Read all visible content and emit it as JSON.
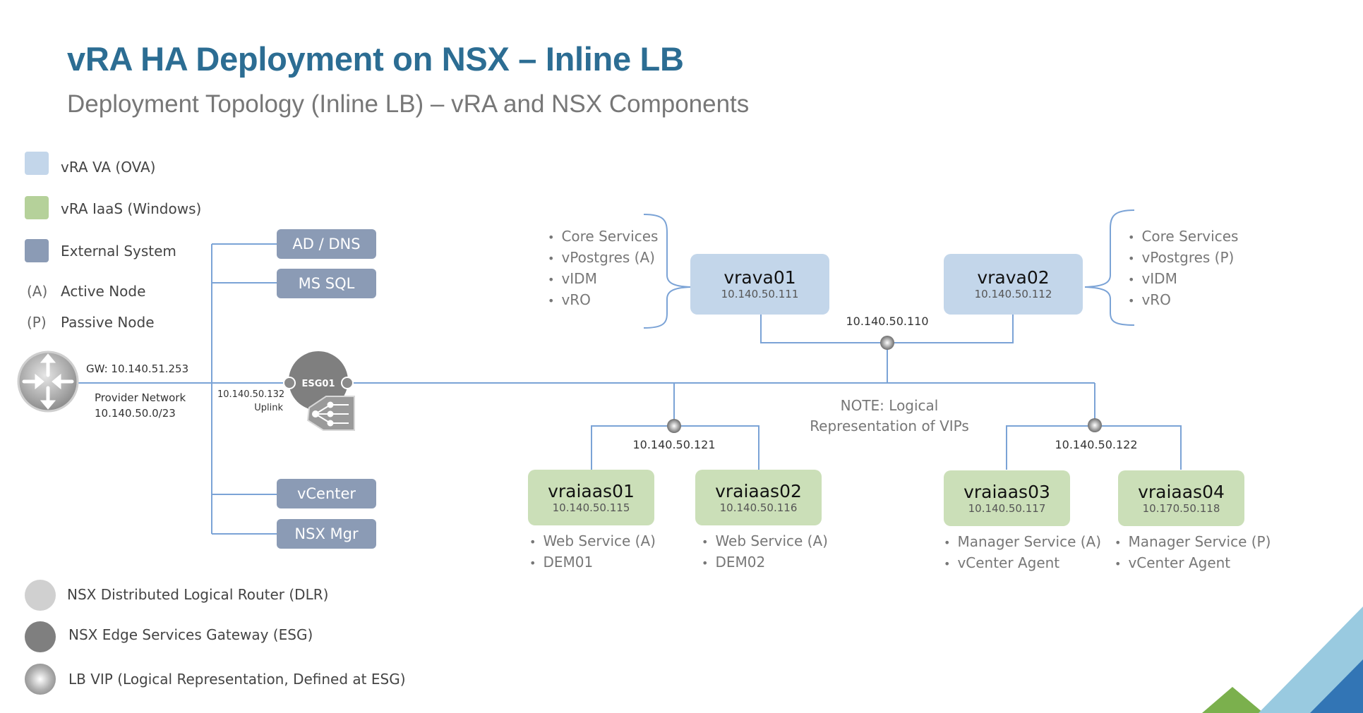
{
  "header": {
    "title": "vRA HA Deployment on NSX – Inline LB",
    "subtitle": "Deployment Topology (Inline LB) – vRA and NSX Components"
  },
  "colors": {
    "title": "#2c6d93",
    "vra_va": "#c3d6ea",
    "vra_iaas": "#cbdfb8",
    "external": "#8b9bb5",
    "link": "#7ba3d6",
    "dlr": "#d0d0d0",
    "esg": "#808080"
  },
  "legend": {
    "swatches": [
      {
        "label": "vRA VA (OVA)",
        "color": "#c3d6ea"
      },
      {
        "label": "vRA IaaS (Windows)",
        "color": "#b5d19a"
      },
      {
        "label": "External System",
        "color": "#8b9bb5"
      }
    ],
    "nodes": [
      {
        "abbr": "(A)",
        "label": "Active Node"
      },
      {
        "abbr": "(P)",
        "label": "Passive Node"
      }
    ],
    "icons": [
      {
        "icon": "dlr-circle-icon",
        "label": "NSX Distributed Logical Router (DLR)"
      },
      {
        "icon": "esg-circle-icon",
        "label": "NSX Edge Services Gateway (ESG)"
      },
      {
        "icon": "lb-vip-icon",
        "label": "LB VIP (Logical Representation, Defined at ESG)"
      }
    ]
  },
  "network": {
    "gateway": "GW: 10.140.51.253",
    "provider_name": "Provider Network",
    "provider_cidr": "10.140.50.0/23",
    "esg_name": "ESG01",
    "uplink_ip": "10.140.50.132",
    "uplink_label": "Uplink",
    "note_line1": "NOTE: Logical",
    "note_line2": "Representation of VIPs"
  },
  "external_systems": [
    "AD / DNS",
    "MS SQL",
    "vCenter",
    "NSX Mgr"
  ],
  "vips": {
    "va": "10.140.50.110",
    "web": "10.140.50.121",
    "manager": "10.140.50.122"
  },
  "appliances": [
    {
      "name": "vrava01",
      "ip": "10.140.50.111",
      "services": [
        "Core Services",
        "vPostgres (A)",
        "vIDM",
        "vRO"
      ]
    },
    {
      "name": "vrava02",
      "ip": "10.140.50.112",
      "services": [
        "Core Services",
        "vPostgres (P)",
        "vIDM",
        "vRO"
      ]
    }
  ],
  "iaas": [
    {
      "name": "vraiaas01",
      "ip": "10.140.50.115",
      "services": [
        "Web Service (A)",
        "DEM01"
      ]
    },
    {
      "name": "vraiaas02",
      "ip": "10.140.50.116",
      "services": [
        "Web Service (A)",
        "DEM02"
      ]
    },
    {
      "name": "vraiaas03",
      "ip": "10.140.50.117",
      "services": [
        "Manager Service (A)",
        "vCenter Agent"
      ]
    },
    {
      "name": "vraiaas04",
      "ip": "10.170.50.118",
      "services": [
        "Manager Service (P)",
        "vCenter Agent"
      ]
    }
  ]
}
